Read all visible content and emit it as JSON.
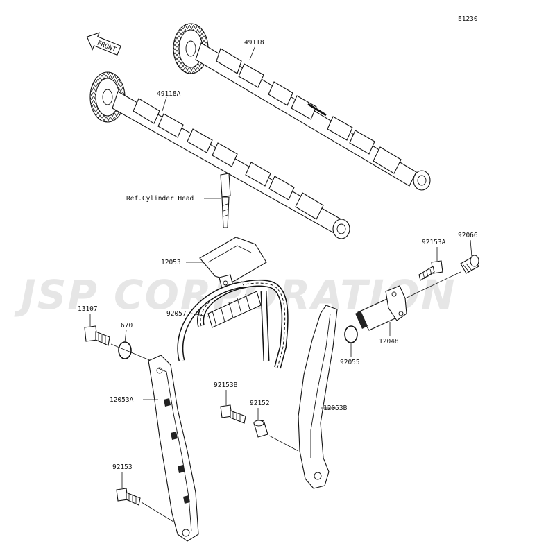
{
  "diagram_code": "E1230",
  "watermark": "JSP CORPORATION",
  "front_label": "FRONT",
  "labels": {
    "camshaft_exhaust": "49118",
    "camshaft_intake": "49118A",
    "ref_cylinder_head": "Ref.Cylinder Head",
    "chain_guide_upper": "12053",
    "cam_chain": "92057",
    "bolt_13107": "13107",
    "o_ring_670": "670",
    "chain_guide_a": "12053A",
    "bolt_92153": "92153",
    "bolt_92153b": "92153B",
    "collar_92152": "92152",
    "chain_guide_b": "12053B",
    "bolt_92153a": "92153A",
    "plug_92066": "92066",
    "tensioner_12048": "12048",
    "o_ring_92055": "92055"
  }
}
